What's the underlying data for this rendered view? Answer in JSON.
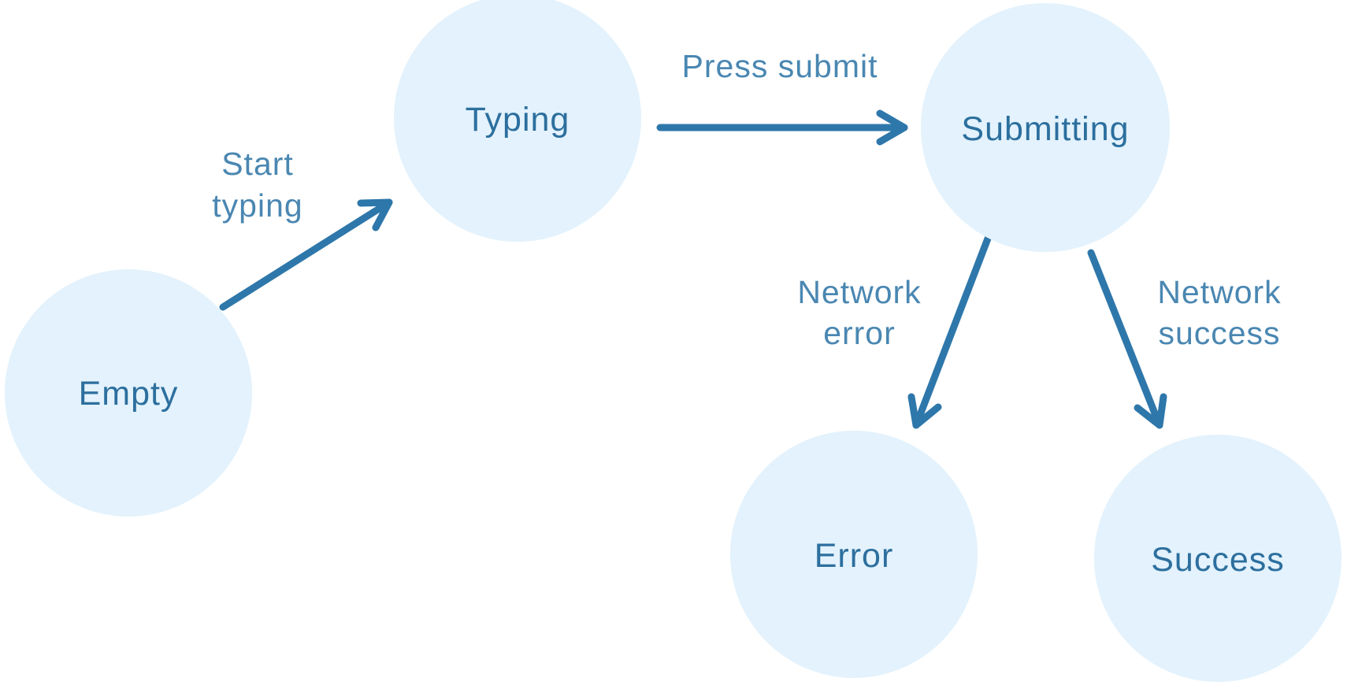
{
  "colors": {
    "background": "#ffffff",
    "node_fill": "#e3f2fc",
    "node_text": "#2c6f9e",
    "edge_stroke": "#2e77aa",
    "edge_label_text": "#4a87b2"
  },
  "diagram": {
    "type": "state-machine",
    "nodes": [
      {
        "id": "empty",
        "label": "Empty"
      },
      {
        "id": "typing",
        "label": "Typing"
      },
      {
        "id": "submitting",
        "label": "Submitting"
      },
      {
        "id": "error",
        "label": "Error"
      },
      {
        "id": "success",
        "label": "Success"
      }
    ],
    "edges": [
      {
        "from": "empty",
        "to": "typing",
        "label_lines": [
          "Start",
          "typing"
        ]
      },
      {
        "from": "typing",
        "to": "submitting",
        "label_lines": [
          "Press submit"
        ]
      },
      {
        "from": "submitting",
        "to": "error",
        "label_lines": [
          "Network",
          "error"
        ]
      },
      {
        "from": "submitting",
        "to": "success",
        "label_lines": [
          "Network",
          "success"
        ]
      }
    ]
  }
}
